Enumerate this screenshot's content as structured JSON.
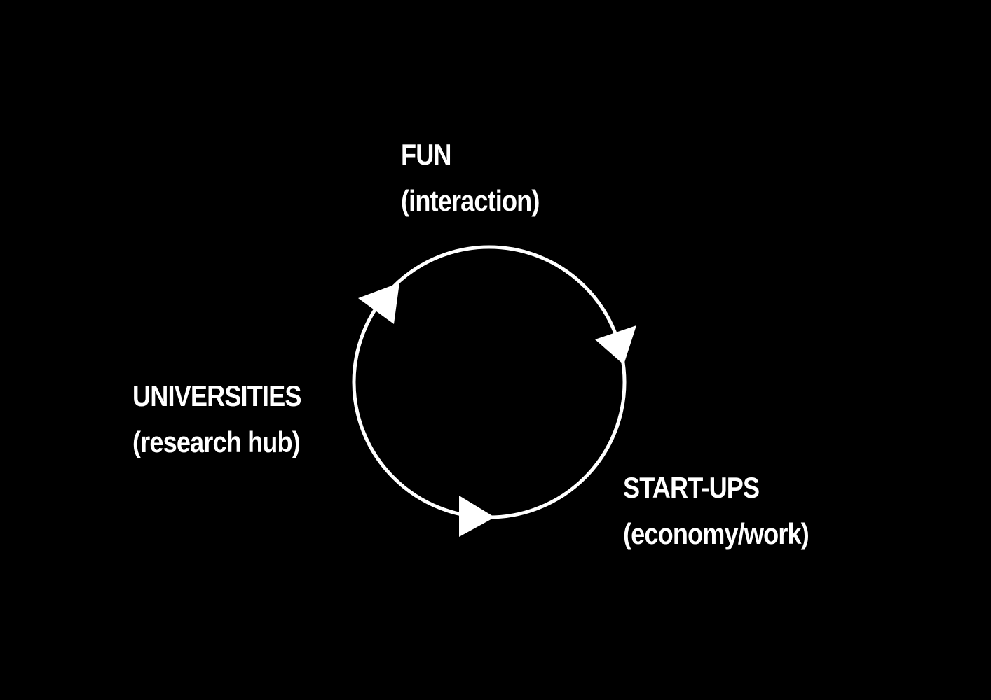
{
  "diagram": {
    "type": "cycle",
    "colors": {
      "background": "#000000",
      "foreground": "#ffffff"
    },
    "nodes": [
      {
        "id": "fun",
        "title": "FUN",
        "subtitle": "(interaction)"
      },
      {
        "id": "startups",
        "title": "START-UPS",
        "subtitle": "(economy/work)"
      },
      {
        "id": "universities",
        "title": "UNIVERSITIES",
        "subtitle": "(research hub)"
      }
    ],
    "direction": "clockwise",
    "arrow_count": 3
  }
}
